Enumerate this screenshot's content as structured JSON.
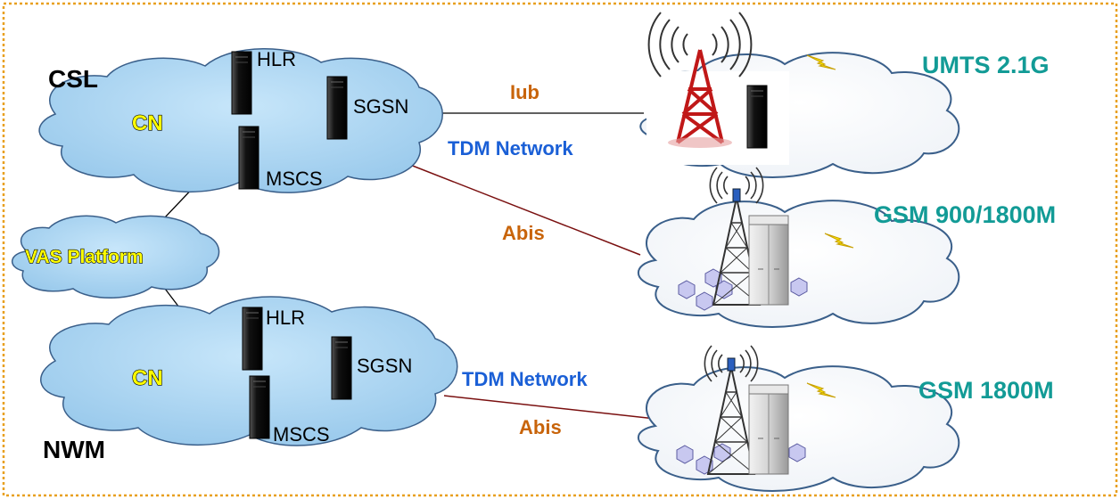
{
  "operators": {
    "top": "CSL",
    "bottom": "NWM"
  },
  "core_top": {
    "label": "CN",
    "nodes": {
      "hlr": "HLR",
      "sgsn": "SGSN",
      "mscs": "MSCS"
    }
  },
  "core_bottom": {
    "label": "CN",
    "nodes": {
      "hlr": "HLR",
      "sgsn": "SGSN",
      "mscs": "MSCS"
    }
  },
  "vas": {
    "label": "VAS Platform"
  },
  "links": {
    "iub": "Iub",
    "tdm_top": "TDM Network",
    "abis_top": "Abis",
    "tdm_bottom": "TDM Network",
    "abis_bottom": "Abis"
  },
  "access": {
    "umts": "UMTS 2.1G",
    "gsm_dual": "GSM 900/1800M",
    "gsm_1800": "GSM 1800M"
  },
  "colors": {
    "cloud_fill": "#a8d4f0",
    "cloud_stroke": "#3a5f8a",
    "frame_dash": "#e8a020",
    "label_yellow": "#ffff00",
    "label_orange": "#c8640a",
    "label_blue": "#1a5fd6",
    "label_teal": "#129b96",
    "abis_line": "#7a1010"
  }
}
